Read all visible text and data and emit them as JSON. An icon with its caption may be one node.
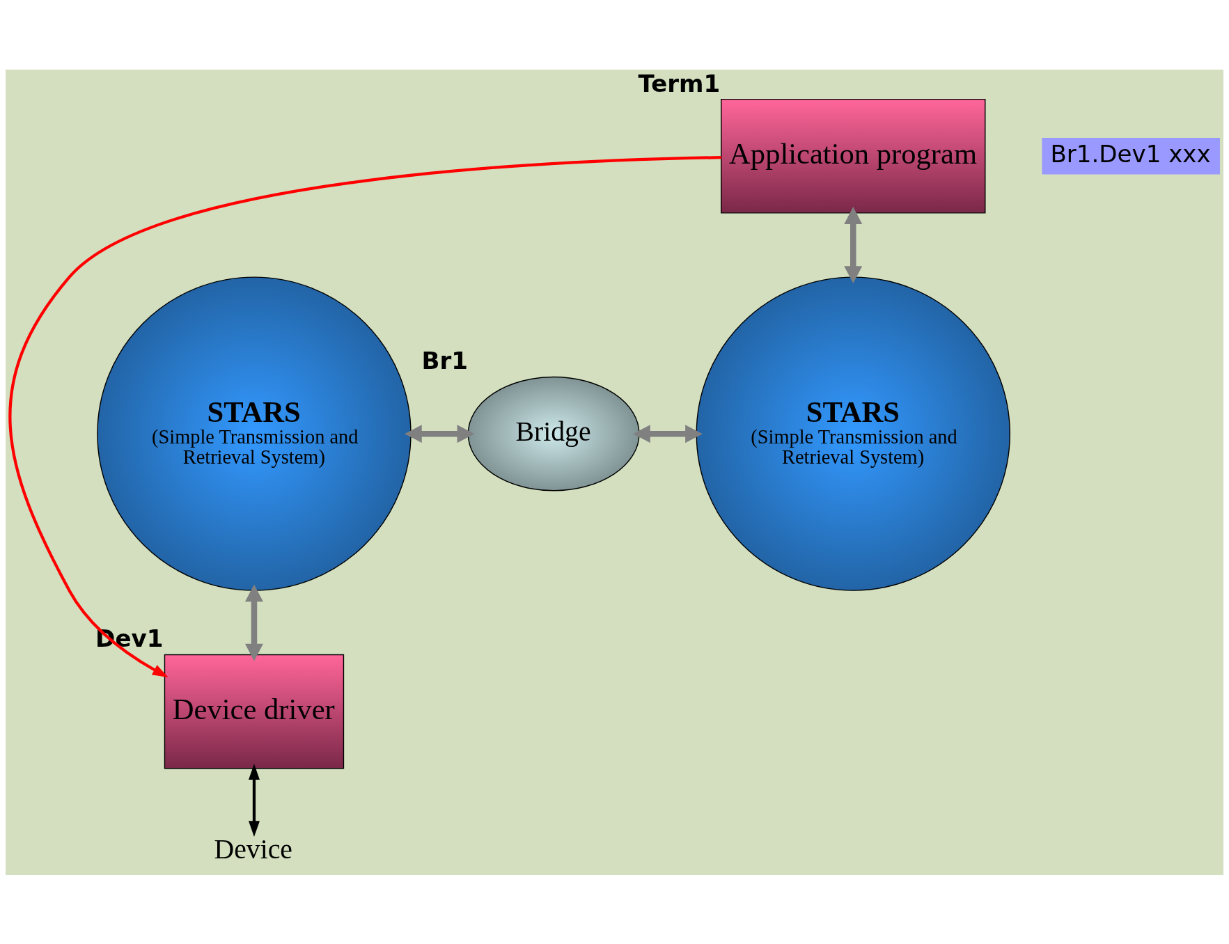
{
  "diagram": {
    "nodes": [
      {
        "text": [
          "Application program"
        ],
        "beside": [
          "Term1"
        ]
      },
      {
        "text": [
          "Br1.Dev1 xxx"
        ]
      },
      {
        "text": [
          "STARS",
          "(Simple Transmission and Retrieval System)"
        ]
      },
      {
        "text": [
          "Bridge"
        ],
        "beside": [
          "Br1"
        ]
      },
      {
        "text": [
          "STARS",
          "(Simple Transmission and Retrieval System)"
        ]
      },
      {
        "text": [
          "Device driver"
        ],
        "beside": [
          "Dev1"
        ]
      },
      {
        "text": [
          "Device"
        ]
      }
    ],
    "edges": [
      {
        "from": 0,
        "to": 4,
        "arrow": "both"
      },
      {
        "from": 2,
        "to": 3,
        "arrow": "both"
      },
      {
        "from": 3,
        "to": 4,
        "arrow": "both"
      },
      {
        "from": 2,
        "to": 5,
        "arrow": "both"
      },
      {
        "from": 5,
        "to": 6,
        "arrow": "both",
        "color": "#000000"
      },
      {
        "from": 0,
        "to": 5,
        "arrow": "to",
        "color": "#ff0000"
      }
    ]
  }
}
